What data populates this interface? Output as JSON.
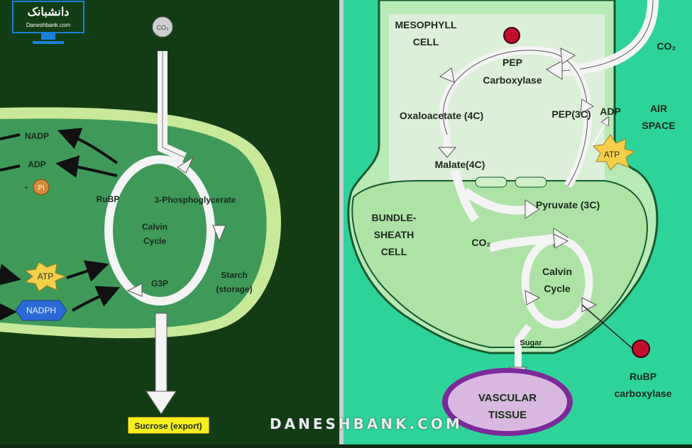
{
  "watermark": "DANESHBANK.COM",
  "logo": {
    "text_fa": "دانشبانک",
    "url_text": "Daneshbank.com"
  },
  "left": {
    "co2": "CO₂",
    "nadp": "NADP",
    "adp": "ADP",
    "pi": "Pi",
    "plus": "+",
    "atp": "ATP",
    "nadph": "NADPH",
    "rubp": "RuBP",
    "pga": "3-Phosphoglycerate",
    "calvin": [
      "Calvin",
      "Cycle"
    ],
    "g3p": "G3P",
    "starch": [
      "Starch",
      "(storage)"
    ],
    "sucrose": "Sucrose (export)"
  },
  "right": {
    "mesophyll": [
      "MESOPHYLL",
      "CELL"
    ],
    "pep_carboxylase": [
      "PEP",
      "Carboxylase"
    ],
    "co2_top": "CO₂",
    "oxaloacetate": "Oxaloacetate (4C)",
    "pep3c": "PEP(3C)",
    "adp": "ADP",
    "air_space": [
      "AIR",
      "SPACE"
    ],
    "atp": "ATP",
    "malate": "Malate(4C)",
    "pyruvate": "Pyruvate (3C)",
    "bundle": [
      "BUNDLE-",
      "SHEATH",
      "CELL"
    ],
    "co2_bs": "CO₂",
    "calvin": [
      "Calvin",
      "Cycle"
    ],
    "sugar": "Sugar",
    "vascular": [
      "VASCULAR",
      "TISSUE"
    ],
    "rubp_carboxylase": [
      "RuBP",
      "carboxylase"
    ]
  }
}
